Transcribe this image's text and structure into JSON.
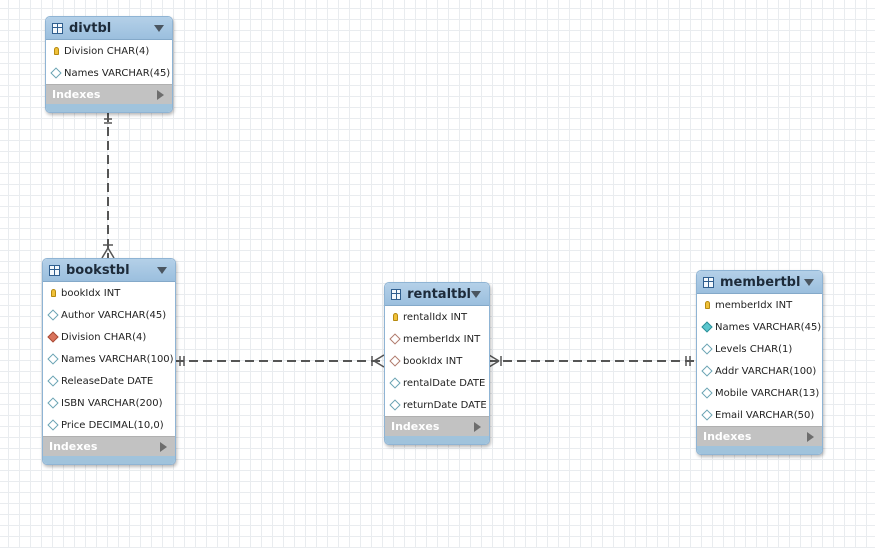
{
  "diagram": {
    "tables": [
      {
        "id": "divtbl",
        "name": "divtbl",
        "columns": [
          {
            "text": "Division CHAR(4)",
            "icon": "key"
          },
          {
            "text": "Names VARCHAR(45)",
            "icon": "diamond"
          }
        ],
        "indexes_label": "Indexes"
      },
      {
        "id": "bookstbl",
        "name": "bookstbl",
        "columns": [
          {
            "text": "bookIdx INT",
            "icon": "key"
          },
          {
            "text": "Author VARCHAR(45)",
            "icon": "diamond"
          },
          {
            "text": "Division CHAR(4)",
            "icon": "fk-diamond"
          },
          {
            "text": "Names VARCHAR(100)",
            "icon": "diamond"
          },
          {
            "text": "ReleaseDate DATE",
            "icon": "diamond"
          },
          {
            "text": "ISBN VARCHAR(200)",
            "icon": "diamond"
          },
          {
            "text": "Price DECIMAL(10,0)",
            "icon": "diamond"
          }
        ],
        "indexes_label": "Indexes"
      },
      {
        "id": "rentaltbl",
        "name": "rentaltbl",
        "columns": [
          {
            "text": "rentalIdx INT",
            "icon": "key"
          },
          {
            "text": "memberIdx INT",
            "icon": "fk-diamond-hollow"
          },
          {
            "text": "bookIdx INT",
            "icon": "fk-diamond-hollow"
          },
          {
            "text": "rentalDate DATE",
            "icon": "diamond"
          },
          {
            "text": "returnDate DATE",
            "icon": "diamond"
          }
        ],
        "indexes_label": "Indexes"
      },
      {
        "id": "membertbl",
        "name": "membertbl",
        "columns": [
          {
            "text": "memberIdx INT",
            "icon": "key"
          },
          {
            "text": "Names VARCHAR(45)",
            "icon": "filled-diamond"
          },
          {
            "text": "Levels CHAR(1)",
            "icon": "diamond"
          },
          {
            "text": "Addr VARCHAR(100)",
            "icon": "diamond"
          },
          {
            "text": "Mobile VARCHAR(13)",
            "icon": "diamond"
          },
          {
            "text": "Email VARCHAR(50)",
            "icon": "diamond"
          }
        ],
        "indexes_label": "Indexes"
      }
    ],
    "relationships": [
      {
        "from": "divtbl",
        "to": "bookstbl",
        "from_cardinality": "one",
        "to_cardinality": "many",
        "style": "dashed"
      },
      {
        "from": "bookstbl",
        "to": "rentaltbl",
        "from_cardinality": "one",
        "to_cardinality": "many",
        "style": "dashed"
      },
      {
        "from": "membertbl",
        "to": "rentaltbl",
        "from_cardinality": "one",
        "to_cardinality": "many",
        "style": "dashed"
      }
    ],
    "colors": {
      "header": "#9bbfde",
      "indexes_bar": "#c2c2c2",
      "connector": "#555555",
      "key_icon": "#f0c13a",
      "fk_icon": "#d9735c",
      "nn_icon": "#5bc7cf"
    }
  }
}
